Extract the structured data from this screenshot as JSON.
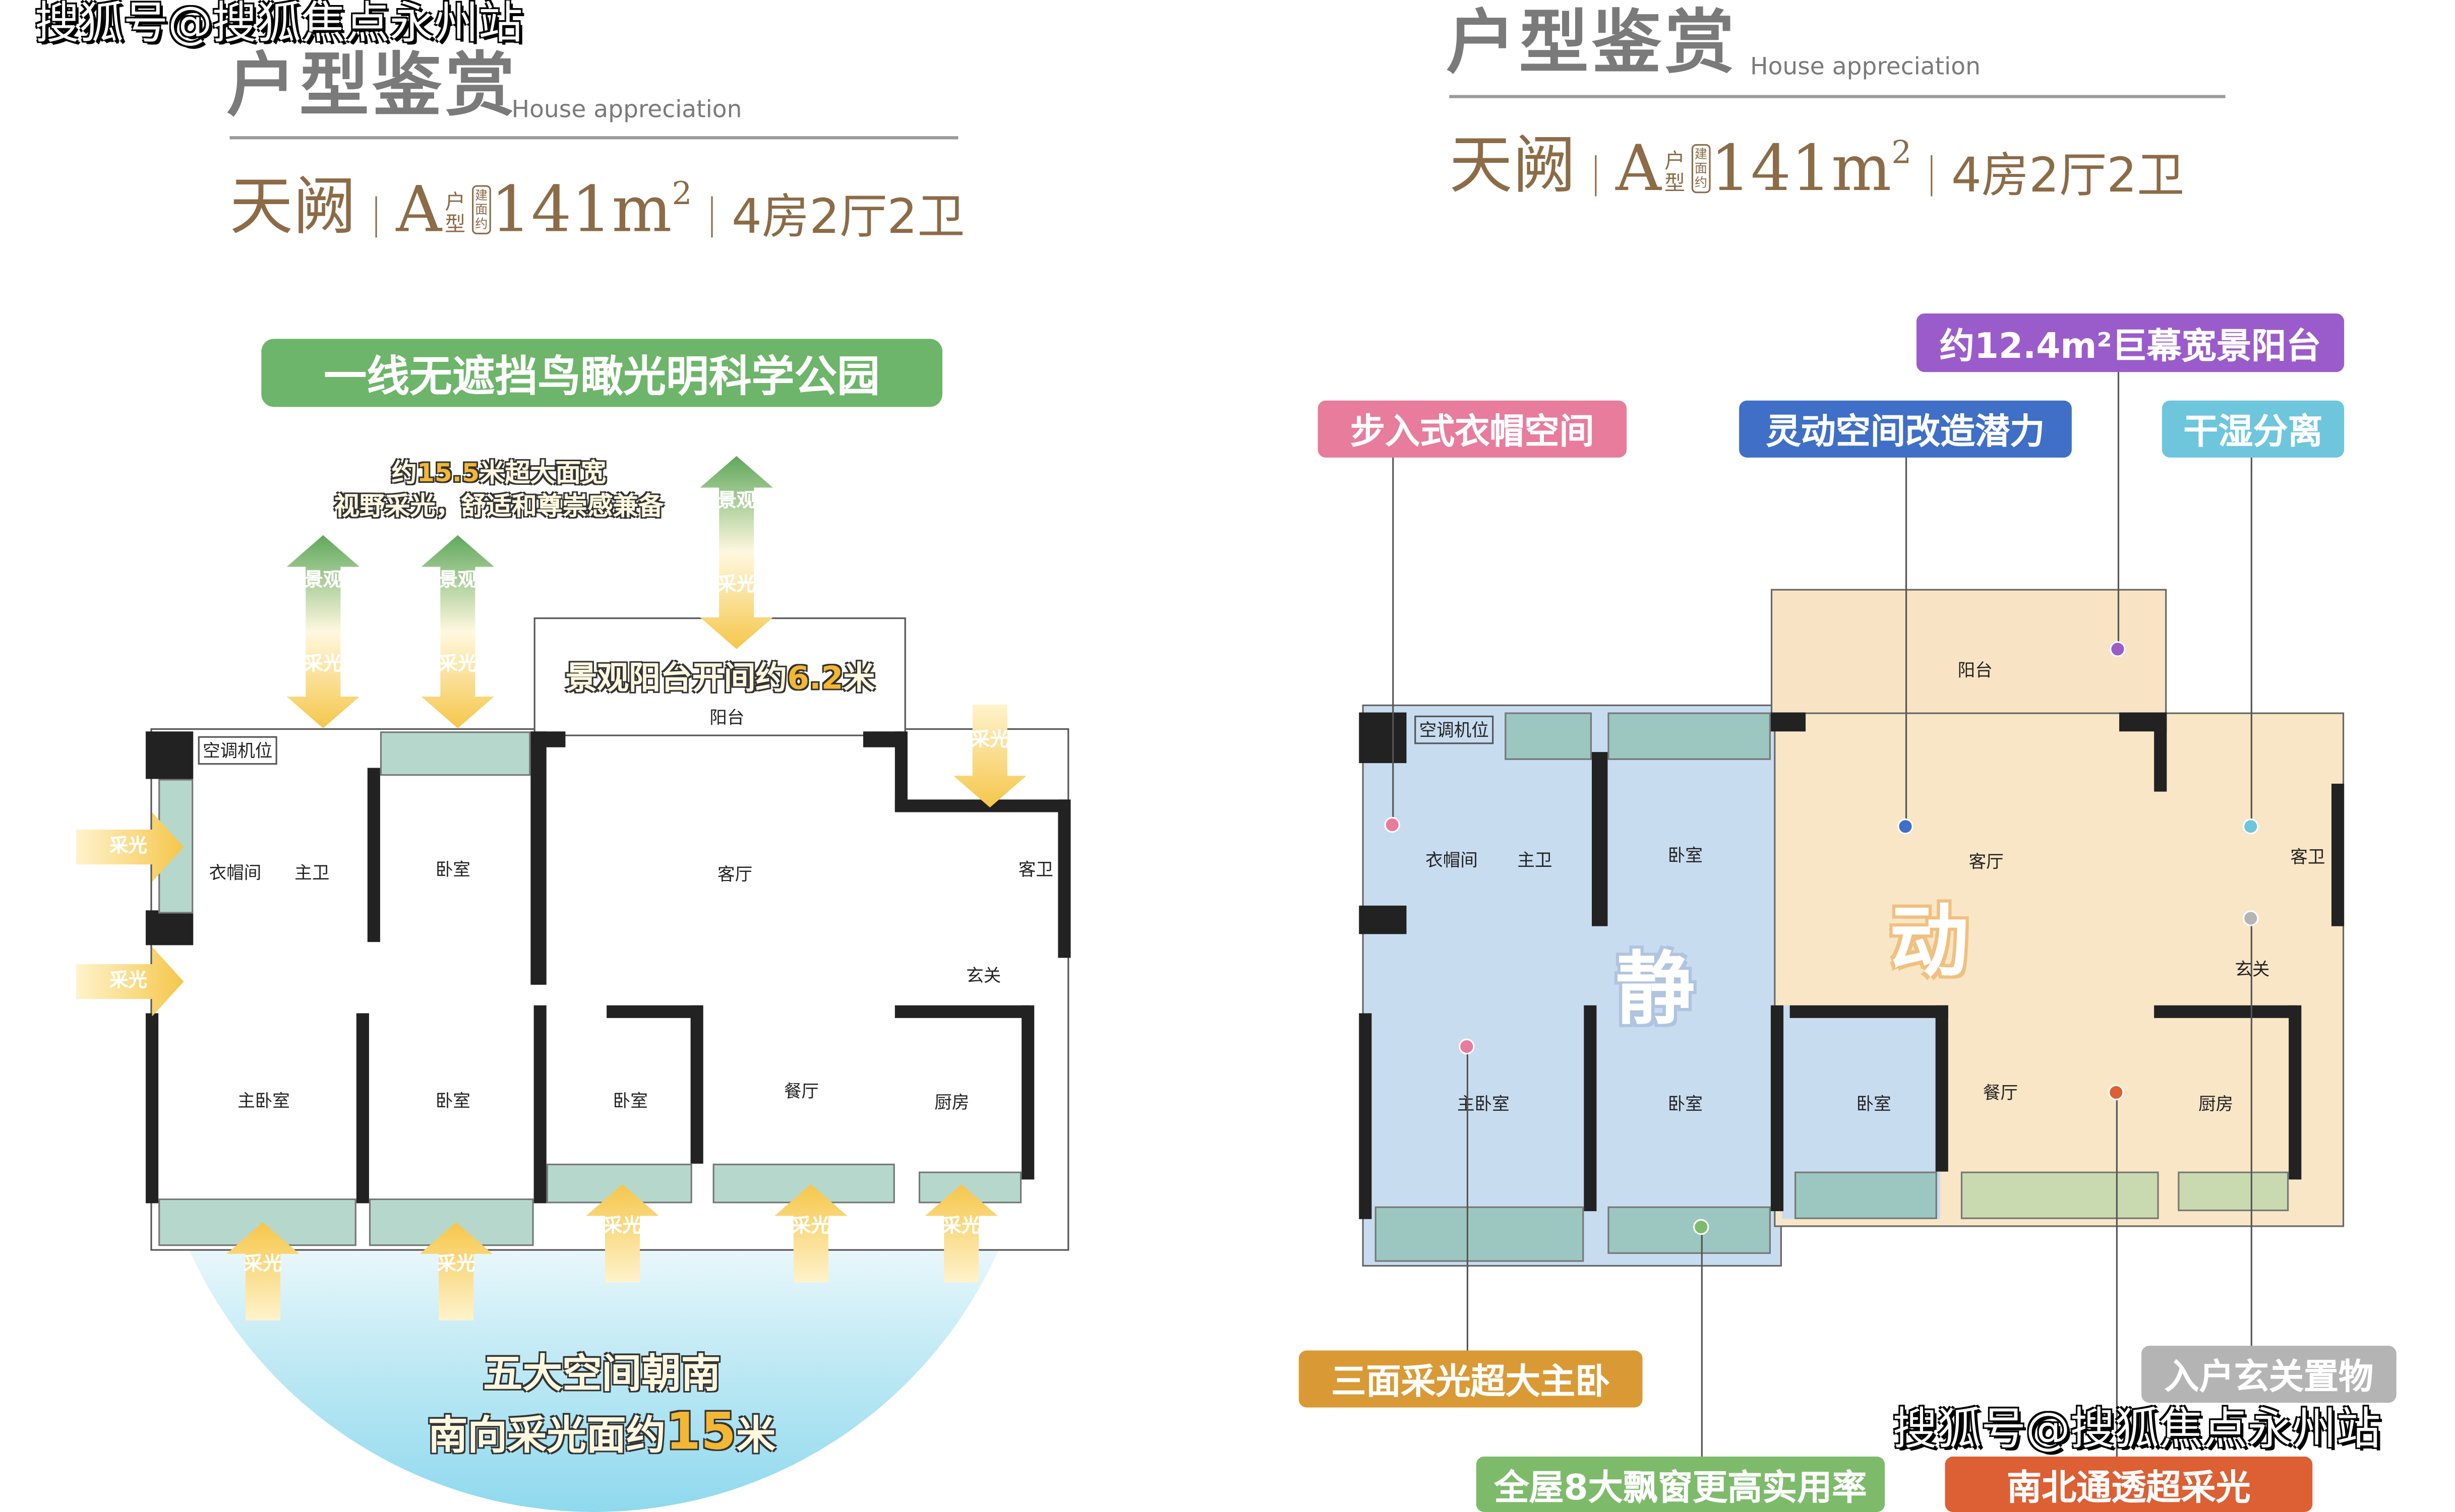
{
  "watermark": "搜狐号@搜狐焦点永州站",
  "header": {
    "title": "户型鉴赏",
    "subtitle_en": "House appreciation",
    "project": "天阙",
    "unit_letter": "A",
    "unit_suffix": [
      "户",
      "型"
    ],
    "area_prefix": [
      "建",
      "面",
      "约"
    ],
    "area_value": "141m",
    "area_sup": "2",
    "layout": "4房2厅2卫"
  },
  "left_plan": {
    "banner": "一线无遮挡鸟瞰光明科学公园",
    "width_note": {
      "prefix": "约",
      "value": "15.5",
      "suffix": "米超大面宽",
      "line2": "视野采光，舒适和尊崇感兼备"
    },
    "balcony_note": {
      "prefix": "景观阳台开间约",
      "value": "6.2",
      "suffix": "米"
    },
    "arrow_view": "景观",
    "arrow_light": "采光",
    "rooms": {
      "ac": "空调机位",
      "balcony": "阳台",
      "cloak": "衣帽间",
      "master_bath": "主卫",
      "bedroom": "卧室",
      "living": "客厅",
      "guest_bath": "客卫",
      "foyer": "玄关",
      "master": "主卧室",
      "dining": "餐厅",
      "kitchen": "厨房"
    },
    "south_note": {
      "line1": "五大空间朝南",
      "line2_prefix": "南向采光面约",
      "line2_value": "15",
      "line2_suffix": "米"
    }
  },
  "right_plan": {
    "labels": {
      "balcony": "约12.4m²巨幕宽景阳台",
      "cloak": "步入式衣帽空间",
      "flex": "灵动空间改造潜力",
      "wetdry": "干湿分离",
      "master": "三面采光超大主卧",
      "foyer": "入户玄关置物",
      "windows": "全屋8大飘窗更高实用率",
      "through": "南北通透超采光"
    },
    "zones": {
      "quiet": "静",
      "active": "动"
    },
    "colors": {
      "purple": "#9b5ccb",
      "pink": "#e87c9c",
      "blue": "#3f6fc6",
      "cyan": "#6ec6dc",
      "orange": "#d99a35",
      "gray": "#b4b4b4",
      "green": "#7dbb6b",
      "red": "#dd5f34"
    }
  }
}
